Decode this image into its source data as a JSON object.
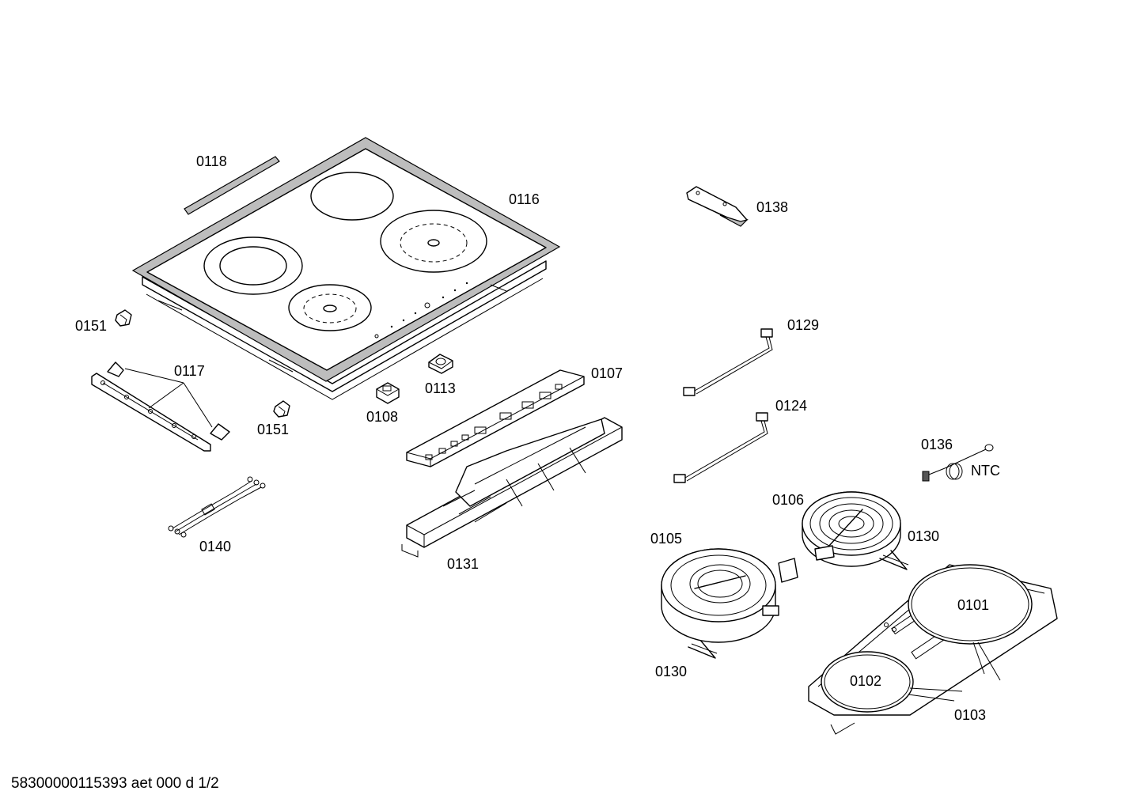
{
  "diagram": {
    "labels": {
      "p0118": "0118",
      "p0116": "0116",
      "p0138": "0138",
      "p0151a": "0151",
      "p0151b": "0151",
      "p0117": "0117",
      "p0107": "0107",
      "p0113": "0113",
      "p0108": "0108",
      "p0129": "0129",
      "p0124": "0124",
      "p0136": "0136",
      "ntc": "NTC",
      "p0140": "0140",
      "p0131": "0131",
      "p0106": "0106",
      "p0105": "0105",
      "p0130a": "0130",
      "p0130b": "0130",
      "p0101": "0101",
      "p0102": "0102",
      "p0103": "0103"
    },
    "colors": {
      "line": "#000000",
      "frame_fill": "#bdbdbd",
      "background": "#ffffff"
    }
  },
  "footer": {
    "document_id": "58300000115393 aet 000 d 1/2"
  }
}
